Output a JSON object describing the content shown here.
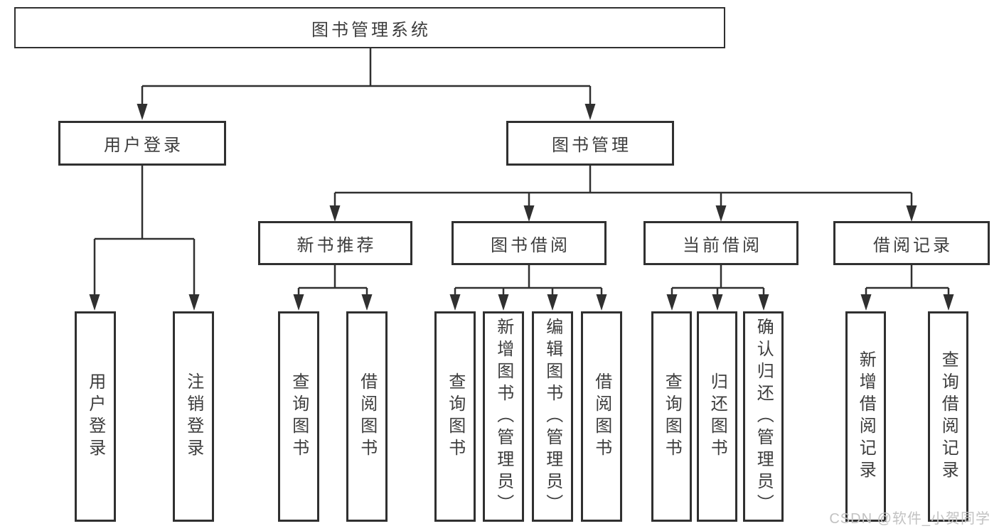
{
  "diagram": {
    "type": "hierarchy-tree",
    "root": {
      "label": "图书管理系统"
    },
    "level2": {
      "user_login": {
        "label": "用户登录"
      },
      "book_management": {
        "label": "图书管理"
      }
    },
    "level3": {
      "new_book_recommend": {
        "label": "新书推荐"
      },
      "book_borrow": {
        "label": "图书借阅"
      },
      "current_borrow": {
        "label": "当前借阅"
      },
      "borrow_record": {
        "label": "借阅记录"
      }
    },
    "leaves": {
      "user_login_children": [
        "用户登录",
        "注销登录"
      ],
      "new_book_children": [
        "查询图书",
        "借阅图书"
      ],
      "book_borrow_children": [
        "查询图书",
        "新增图书（管理员）",
        "编辑图书（管理员）",
        "借阅图书"
      ],
      "current_borrow_children": [
        "查询图书",
        "归还图书",
        "确认归还（管理员）"
      ],
      "borrow_record_children": [
        "新增借阅记录",
        "查询借阅记录"
      ]
    },
    "watermark": "CSDN @软件_小贺同学",
    "colors": {
      "line": "#303030",
      "text": "#3d3d3d",
      "box_background": "#ffffff",
      "page_background": "#ffffff",
      "watermark": "#c2c2c2"
    }
  }
}
